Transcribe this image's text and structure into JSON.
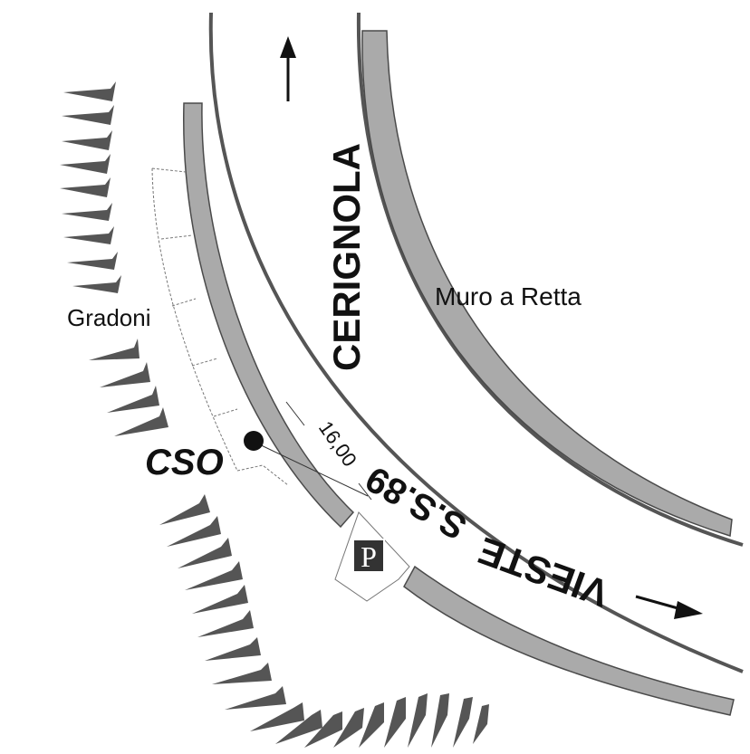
{
  "map": {
    "labels": {
      "road_name_north": "CERIGNOLA",
      "road_number": "S.S.89",
      "road_name_south": "VIESTE",
      "retaining_wall": "Muro a Retta",
      "steps": "Gradoni",
      "station": "CSO",
      "distance": "16,00",
      "parking": "P"
    }
  },
  "colors": {
    "road_edge": "#555555",
    "wall_fill": "#aaaaaa",
    "wall_stroke": "#4a4a4a",
    "hatch": "#555555",
    "text": "#111111",
    "parking_bg": "#333333"
  }
}
